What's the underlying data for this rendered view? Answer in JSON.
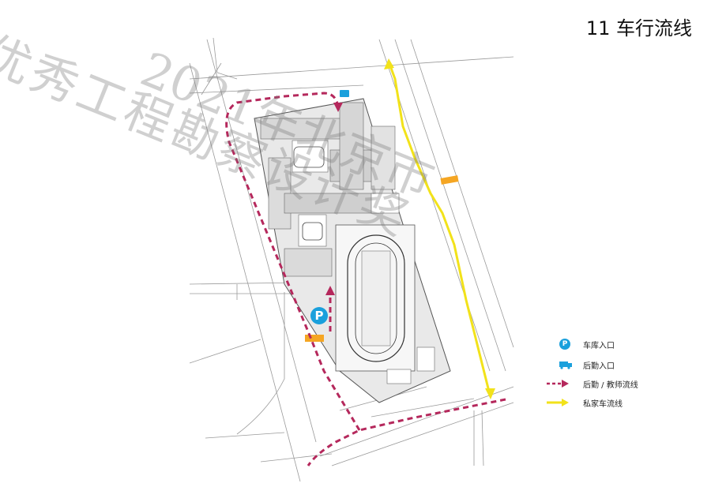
{
  "title": "11 车行流线",
  "watermark": "优秀工程勘察设计奖",
  "watermark_year": "2021年北京市",
  "parking_symbol": "P",
  "legend": {
    "items": [
      {
        "label": "车库入口",
        "icon": "parking-icon",
        "color": "#1aa0dc"
      },
      {
        "label": "后勤入口",
        "icon": "service-truck-icon",
        "color": "#1aa0dc"
      },
      {
        "label": "后勤 / 教师流线",
        "icon": "dashed-arrow-icon",
        "color": "#b5285c"
      },
      {
        "label": "私家车流线",
        "icon": "yellow-arrow-icon",
        "color": "#f2e21a"
      }
    ]
  },
  "colors": {
    "service_route": "#b5285c",
    "private_route": "#f2e21a",
    "entrance_marker": "#1aa0dc",
    "label_orange": "#f5a623",
    "line_gray": "#888888"
  }
}
